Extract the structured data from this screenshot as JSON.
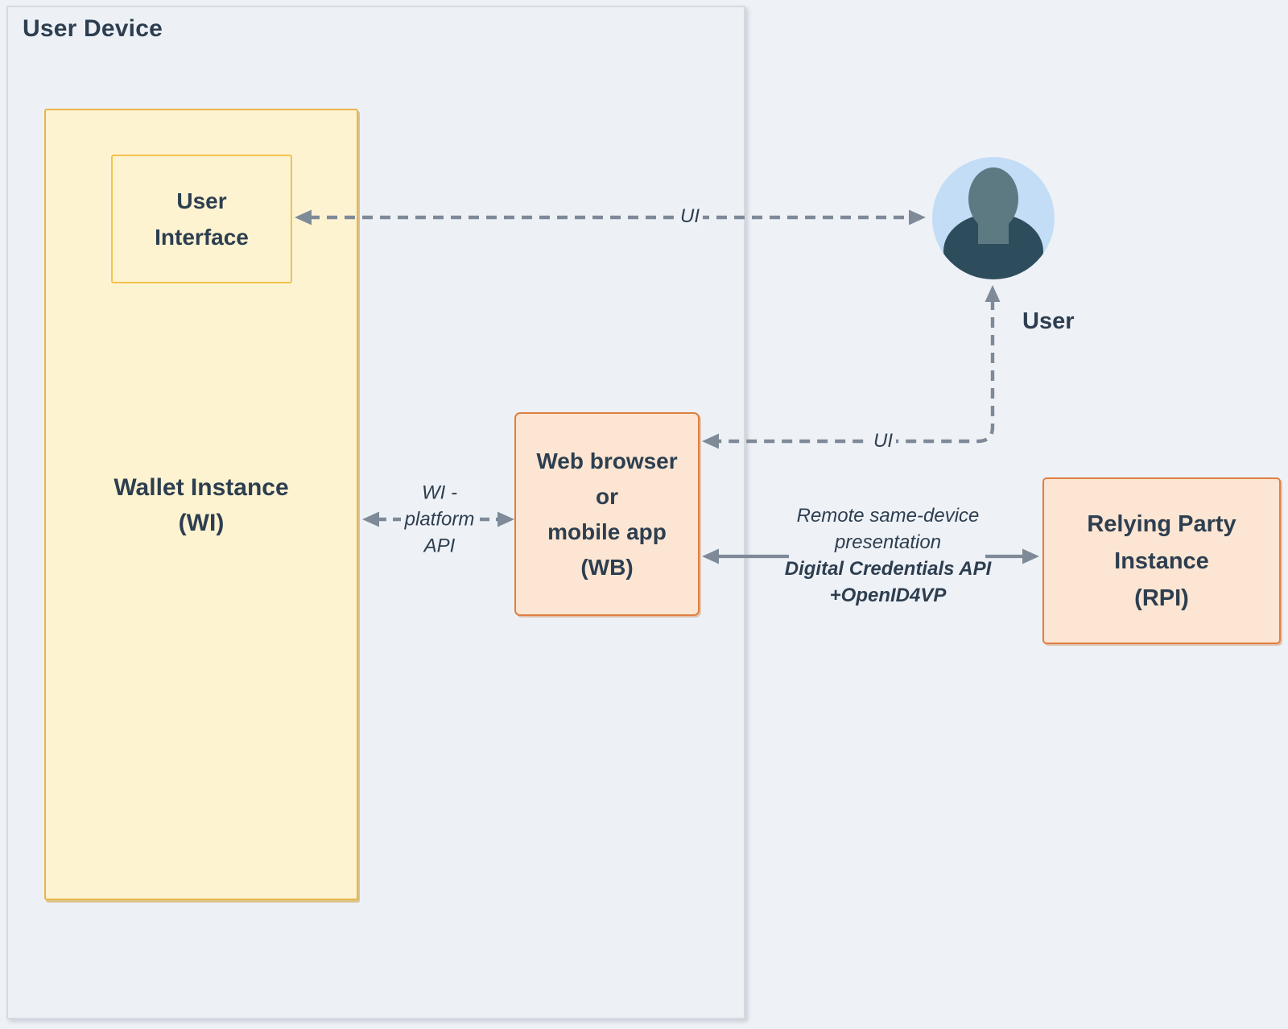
{
  "colors": {
    "canvas_bg": "#eef1f6",
    "text_navy": "#2d3e50",
    "arrow_gray": "#7e8a98",
    "wallet_fill": "#fdf3d1",
    "wallet_border": "#eab548",
    "orange_box_fill": "#fce5d2",
    "orange_box_border": "#de7f41",
    "avatar_circle": "#c3ddf7",
    "avatar_head": "#5d7a83",
    "avatar_body": "#2e4d5c"
  },
  "user_device": {
    "title": "User Device"
  },
  "wallet": {
    "line1": "Wallet Instance",
    "line2": "(WI)"
  },
  "user_interface": {
    "line1": "User",
    "line2": "Interface"
  },
  "web_browser": {
    "line1": "Web browser",
    "line2": "or",
    "line3": "mobile app",
    "line4": "(WB)"
  },
  "relying_party": {
    "line1": "Relying Party",
    "line2": "Instance",
    "line3": "(RPI)"
  },
  "user_actor": {
    "label": "User",
    "icon": "person-avatar-icon"
  },
  "edge_labels": {
    "ui_top": "UI",
    "ui_mid": "UI",
    "wi_api_line1": "WI -",
    "wi_api_line2": "platform",
    "wi_api_line3": "API",
    "pres_line1": "Remote same-device",
    "pres_line2": "presentation",
    "pres_line3": "Digital Credentials API",
    "pres_line4": "+OpenID4VP"
  }
}
